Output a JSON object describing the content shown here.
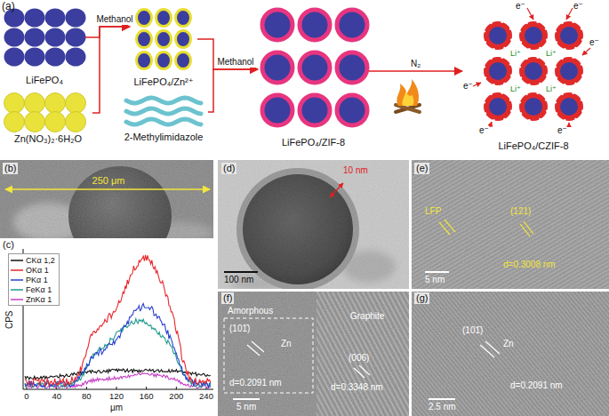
{
  "diagram": {
    "nodes": [
      {
        "text": [
          "LiFePO₄"
        ]
      },
      {
        "text": [
          "Zn(NO₃)₂·6H₂O"
        ]
      },
      {
        "text": [
          "LiFePO₄/Zn²⁺"
        ]
      },
      {
        "text": [
          "2-Methylimidazole"
        ]
      },
      {
        "text": [
          "LiFePO₄/ZIF-8"
        ]
      },
      {
        "text": [
          "LiFePO₄/CZIF-8"
        ]
      }
    ],
    "edges": [
      {
        "from": 0,
        "to": 2,
        "arrow": "to",
        "label": "Methanol"
      },
      {
        "from": 1,
        "to": 2,
        "arrow": "to"
      },
      {
        "from": 2,
        "to": 4,
        "arrow": "to",
        "label": "Methanol"
      },
      {
        "from": 3,
        "to": 4,
        "arrow": "to"
      },
      {
        "from": 4,
        "to": 5,
        "arrow": "to",
        "label": "N₂"
      }
    ],
    "labels": [
      "(a)",
      "e⁻",
      "e⁻",
      "e⁻",
      "e⁻",
      "e⁻",
      "e⁻",
      "Li⁺",
      "Li⁺",
      "Li⁺",
      "Li⁺",
      "(b)",
      "250 μm",
      "(c)",
      "CPS",
      "0",
      "40",
      "80",
      "120",
      "160",
      "200",
      "240",
      "μm",
      "(d)",
      "10 nm",
      "100 nm",
      "(e)",
      "LFP",
      "(121)",
      "d=0.3008 nm",
      "5 nm",
      "(f)",
      "Amorphous",
      "(101̄)",
      "Zn",
      "Graphite",
      "(006)",
      "d=0.2091 nm",
      "d=0.3348 nm",
      "5 nm",
      "(g)",
      "(101̄)",
      "Zn",
      "d=0.2091 nm",
      "2.5 nm"
    ],
    "legend": [
      {
        "text": "CKα 1,2"
      },
      {
        "text": "OKα 1"
      },
      {
        "text": "PKα 1"
      },
      {
        "text": "FeKα 1"
      },
      {
        "text": "ZnKα 1"
      }
    ]
  }
}
